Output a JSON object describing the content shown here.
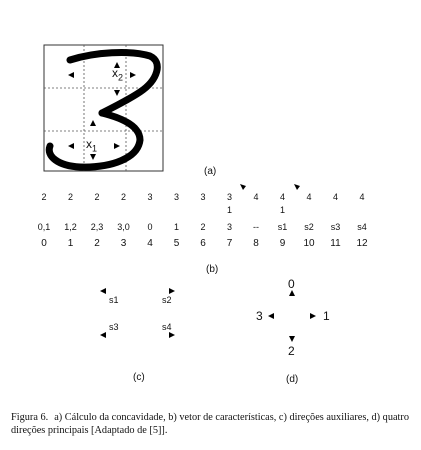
{
  "panel_a": {
    "labels": {
      "x2_main": "x",
      "x2_sub": "2",
      "x1_main": "x",
      "x1_sub": "1"
    },
    "caption": "(a)"
  },
  "panel_b": {
    "upper_values": [
      "2",
      "2",
      "2",
      "2",
      "3",
      "3",
      "3",
      "3",
      "4",
      "4",
      "4",
      "4",
      "4"
    ],
    "upper_sub": {
      "7": "1",
      "9": "1"
    },
    "upper_markers": [
      "7",
      "9"
    ],
    "middle_values": [
      "0,1",
      "1,2",
      "2,3",
      "3,0",
      "0",
      "1",
      "2",
      "3",
      "--",
      "s1",
      "s2",
      "s3",
      "s4"
    ],
    "index_values": [
      "0",
      "1",
      "2",
      "3",
      "4",
      "5",
      "6",
      "7",
      "8",
      "9",
      "10",
      "11",
      "12"
    ],
    "caption": "(b)"
  },
  "panel_c": {
    "labels": [
      "s1",
      "s2",
      "s3",
      "s4"
    ],
    "caption": "(c)"
  },
  "panel_d": {
    "directions": {
      "up": "0",
      "right": "1",
      "down": "2",
      "left": "3"
    },
    "caption": "(d)"
  },
  "figure_caption": {
    "label": "Figura 6.",
    "text": "a) Cálculo da concavidade, b) vetor de características, c) direções auxiliares, d) quatro direções principais [Adaptado de [5]]."
  }
}
